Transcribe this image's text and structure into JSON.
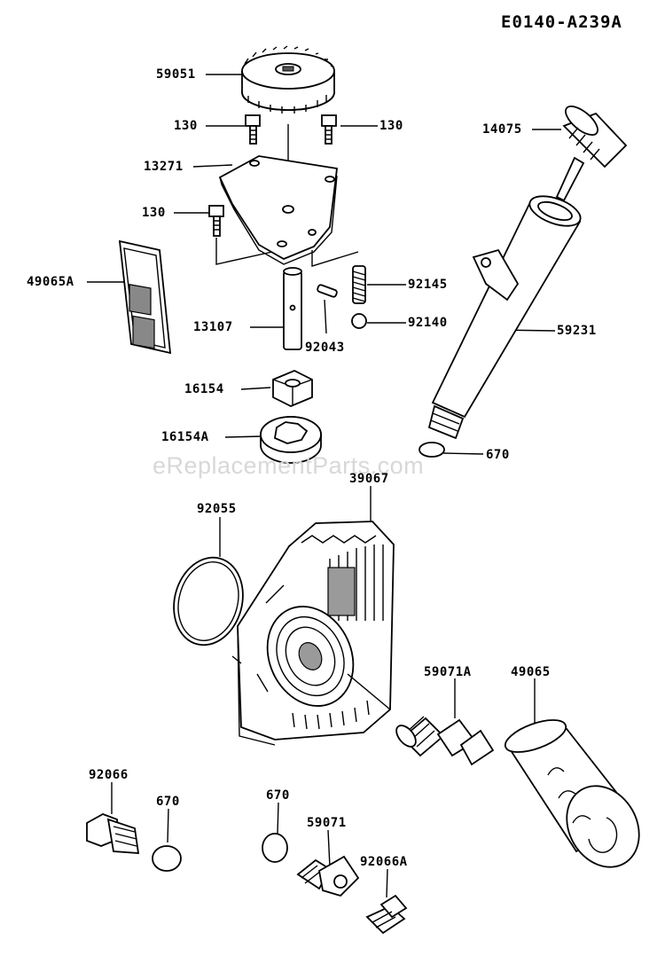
{
  "diagram_code": "E0140-A239A",
  "watermark": "eReplacementParts.com",
  "parts": [
    {
      "id": "gear",
      "number": "59051"
    },
    {
      "id": "bolt-left",
      "number": "130"
    },
    {
      "id": "bolt-right",
      "number": "130"
    },
    {
      "id": "plate",
      "number": "13271"
    },
    {
      "id": "bolt-plate",
      "number": "130"
    },
    {
      "id": "screen",
      "number": "49065A"
    },
    {
      "id": "spring",
      "number": "92145"
    },
    {
      "id": "ball",
      "number": "92140"
    },
    {
      "id": "shaft",
      "number": "13107"
    },
    {
      "id": "pin",
      "number": "92043"
    },
    {
      "id": "inner-rotor",
      "number": "16154"
    },
    {
      "id": "outer-rotor",
      "number": "16154A"
    },
    {
      "id": "dipstick",
      "number": "14075"
    },
    {
      "id": "filler-tube",
      "number": "59231"
    },
    {
      "id": "tube-oring",
      "number": "670"
    },
    {
      "id": "cover",
      "number": "39067"
    },
    {
      "id": "large-oring",
      "number": "92055"
    },
    {
      "id": "nipple",
      "number": "59071A"
    },
    {
      "id": "oil-filter",
      "number": "49065"
    },
    {
      "id": "drain-plug",
      "number": "92066"
    },
    {
      "id": "oring-left",
      "number": "670"
    },
    {
      "id": "oring-mid",
      "number": "670"
    },
    {
      "id": "relief-valve",
      "number": "59071"
    },
    {
      "id": "small-plug",
      "number": "92066A"
    }
  ]
}
